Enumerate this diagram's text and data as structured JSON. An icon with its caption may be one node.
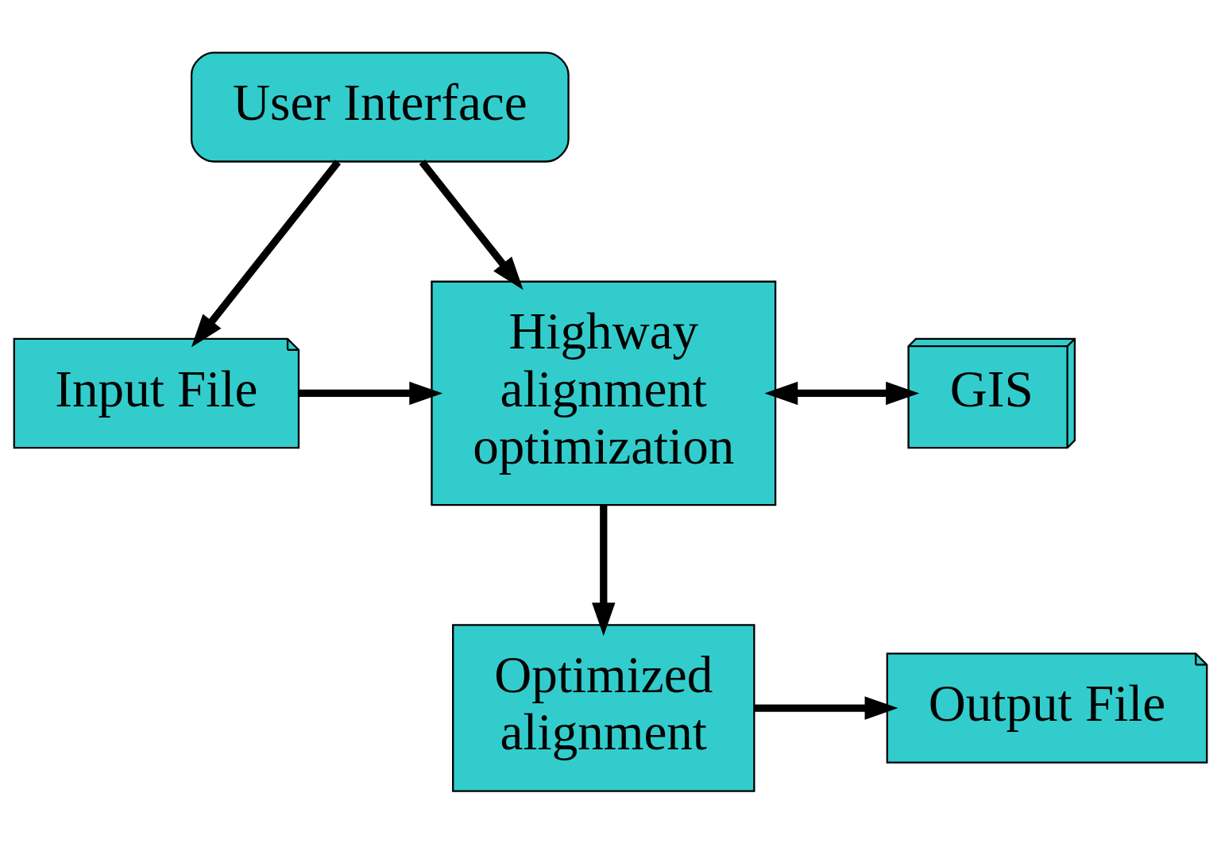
{
  "diagram": {
    "nodes": [
      {
        "text": [
          "User Interface"
        ]
      },
      {
        "text": [
          "Input File"
        ]
      },
      {
        "text": [
          "Highway alignment optimization"
        ]
      },
      {
        "text": [
          "GIS"
        ]
      },
      {
        "text": [
          "Optimized alignment"
        ]
      },
      {
        "text": [
          "Output File"
        ]
      }
    ],
    "edges": [
      {
        "from": 0,
        "to": 1,
        "arrow": "to"
      },
      {
        "from": 0,
        "to": 2,
        "arrow": "to"
      },
      {
        "from": 1,
        "to": 2,
        "arrow": "to"
      },
      {
        "from": 2,
        "to": 3,
        "arrow": "both"
      },
      {
        "from": 2,
        "to": 4,
        "arrow": "to"
      },
      {
        "from": 4,
        "to": 5,
        "arrow": "to"
      }
    ]
  }
}
